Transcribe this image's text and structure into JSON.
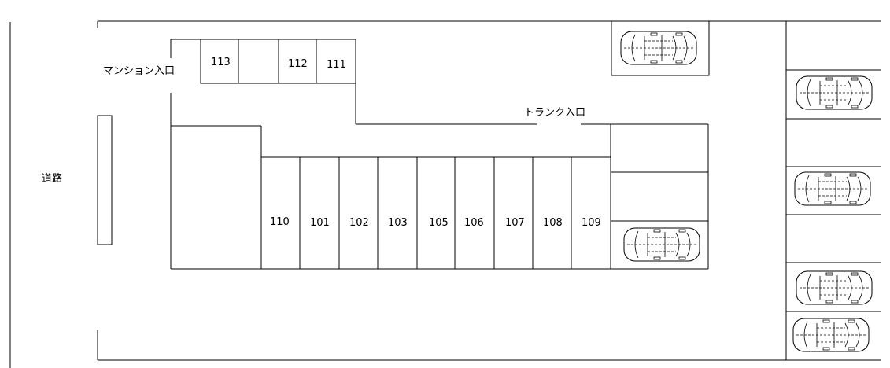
{
  "labels": {
    "road": "道路",
    "mansion_entrance": "マンション入口",
    "trunk_entrance": "トランク入口"
  },
  "units_top": [
    "113",
    "112",
    "111"
  ],
  "units_bottom": [
    "110",
    "101",
    "102",
    "103",
    "105",
    "106",
    "107",
    "108",
    "109"
  ],
  "icons": [
    "car-icon"
  ]
}
